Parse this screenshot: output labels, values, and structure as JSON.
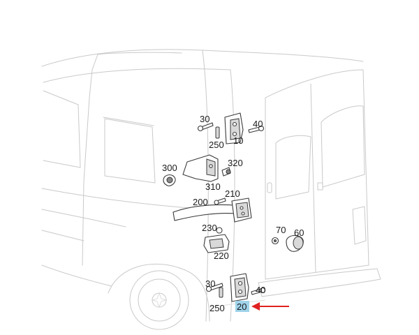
{
  "callouts": {
    "c10": "10",
    "c20": "20",
    "c30_top": "30",
    "c30_bottom": "30",
    "c40_top": "40",
    "c40_bottom": "40",
    "c60": "60",
    "c70": "70",
    "c200": "200",
    "c210": "210",
    "c220": "220",
    "c230": "230",
    "c250_top": "250",
    "c250_bottom": "250",
    "c300": "300",
    "c310": "310",
    "c320": "320"
  },
  "highlight": {
    "callout": "20",
    "color": "#9fd3ea",
    "arrow_color": "#e02020"
  }
}
